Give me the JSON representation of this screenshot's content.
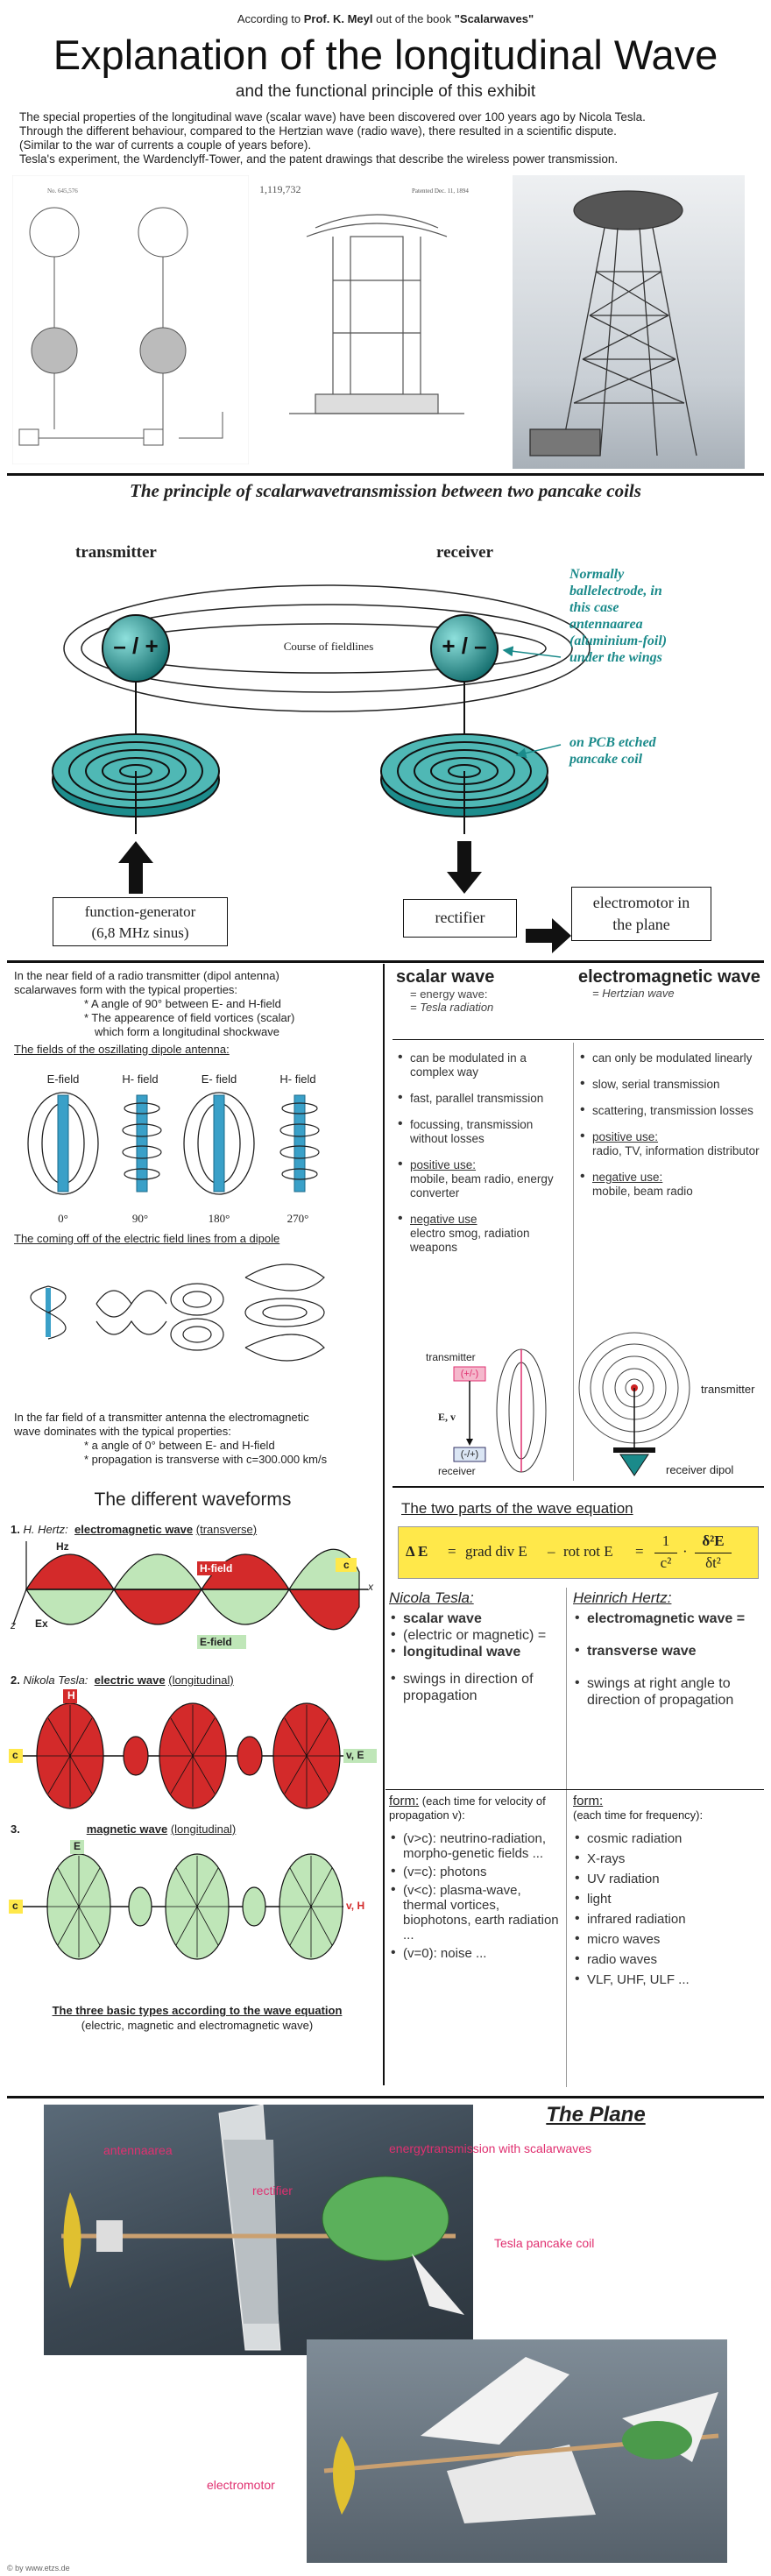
{
  "header": {
    "attribution_prefix": "According to ",
    "attribution_author": "Prof. K. Meyl",
    "attribution_middle": " out of the book ",
    "attribution_book": "\"Scalarwaves\"",
    "title": "Explanation of the longitudinal Wave",
    "subtitle": "and the functional principle of this exhibit",
    "intro": [
      "The special properties of the longitudinal wave (scalar wave) have been discovered over 100 years ago by Nicola Tesla.",
      "Through the different behaviour, compared to the Hertzian wave  (radio wave), there resulted in a scientific dispute.",
      "(Similar to the war of currents a couple of years before).",
      "Tesla's experiment, the Wardenclyff-Tower, and the patent drawings that describe the wireless power transmission."
    ],
    "patent_date": "Patented Dec. 11, 1894",
    "patent_number": "1,119,732"
  },
  "principle": {
    "heading": "The principle of scalarwavetransmission between two pancake coils",
    "transmitter": "transmitter",
    "receiver": "receiver",
    "tx_sign": "– / +",
    "rx_sign": "+ / –",
    "fieldlines": "Course of fieldlines",
    "note1": [
      "Normally",
      "ballelectrode, in",
      "this case",
      "antennaarea",
      "(aluminium-foil)",
      "under the wings"
    ],
    "note2": [
      "on PCB etched",
      "pancake coil"
    ],
    "function_generator": [
      "function-generator",
      "(6,8 MHz sinus)"
    ],
    "rectifier": "rectifier",
    "electromotor": [
      "electromotor in",
      "the plane"
    ]
  },
  "nearfield": {
    "intro": [
      "In the near field of a radio transmitter (dipol antenna)",
      "scalarwaves form with the typical properties:",
      "* A angle of 90° between E- and H-field",
      "* The appearence of field vortices (scalar)",
      "which form a longitudinal shockwave"
    ],
    "oscillating": "The fields of the oszillating dipole antenna:",
    "labels": [
      "E-field",
      "H- field",
      "E- field",
      "H- field"
    ],
    "angles": [
      "0°",
      "90°",
      "180°",
      "270°"
    ],
    "coming_off": "The coming off of the electric field lines from a dipole",
    "farfield": [
      "In the far field of a transmitter antenna the electromagnetic",
      "wave dominates with the typical properties:",
      "* a angle of 0° between E- and H-field",
      "* propagation is transverse with c=300.000 km/s"
    ]
  },
  "waveforms": {
    "heading": "The  different waveforms",
    "w1_num": "1.",
    "w1_author": "H. Hertz:",
    "w1_name": "electromagnetic wave",
    "w1_type": "(transverse)",
    "w2_num": "2.",
    "w2_author": "Nikola Tesla:",
    "w2_name": "electric wave",
    "w2_type": "(longitudinal)",
    "w3_num": "3.",
    "w3_name": "magnetic wave",
    "w3_type": "(longitudinal)",
    "hfield": "H-field",
    "efield": "E-field",
    "hz": "Hz",
    "ex": "Ex",
    "c": "c",
    "x": "x",
    "z": "z",
    "H": "H",
    "E": "E",
    "vE": "v, E",
    "vH": "v, H",
    "caption": "The three basic types according to the wave equation",
    "caption2": "(electric, magnetic and electromagnetic wave)"
  },
  "compare": {
    "scalar_title": "scalar wave",
    "scalar_eq1": "=  energy wave:",
    "scalar_eq2": "=  Tesla radiation",
    "em_title": "electromagnetic wave",
    "em_eq": "=  Hertzian wave",
    "scalar_items": [
      "can be modulated in a complex way",
      "fast, parallel transmission",
      "focussing, transmission without losses"
    ],
    "scalar_pos_label": "positive use:",
    "scalar_pos": "mobile, beam radio, energy converter",
    "scalar_neg_label": "negative use",
    "scalar_neg": "electro smog, radiation weapons",
    "em_items": [
      "can only be modulated linearly",
      "slow, serial transmission",
      "scattering, transmission losses"
    ],
    "em_pos_label": "positive use:",
    "em_pos": "radio, TV, information distributor",
    "em_neg_label": "negative use:",
    "em_neg": "mobile, beam radio",
    "tx": "transmitter",
    "tx_sign": "(+/-)",
    "ev": "E, v",
    "rx_sign": "(-/+)",
    "rx": "receiver",
    "tx2": "transmitter",
    "rx2": "receiver dipol"
  },
  "equation": {
    "heading": "The two parts of the wave equation",
    "lhs": "Δ E",
    "eq": "=",
    "grad": "grad div E",
    "minus": "–",
    "rot": "rot rot E",
    "eq2": "=",
    "num": "1",
    "den": "c²",
    "dnum": "δ²E",
    "dden": "δt²",
    "tesla_name": "Nicola Tesla:",
    "hertz_name": "Heinrich Hertz:",
    "tesla_items": [
      "scalar wave",
      "(electric or magnetic) =",
      "longitudinal wave",
      "swings in direction of propagation"
    ],
    "hertz_items": [
      "electromagnetic wave =",
      "transverse wave",
      "swings at right angle to direction of propagation"
    ],
    "form_label": "form:",
    "tesla_form": "(each time for velocity of propagation v):",
    "hertz_form": "(each time for frequency):",
    "tesla_list": [
      "(v>c): neutrino-radiation, morpho-genetic fields ...",
      "(v=c): photons",
      "(v<c): plasma-wave, thermal vortices, biophotons, earth radiation ...",
      "(v=0): noise ..."
    ],
    "hertz_list": [
      "cosmic radiation",
      "X-rays",
      "UV radiation",
      "light",
      "infrared radiation",
      "micro waves",
      "radio waves",
      "VLF, UHF, ULF ..."
    ]
  },
  "plane": {
    "heading": "The Plane",
    "antenna": "antennaarea",
    "energy": "energytransmission with scalarwaves",
    "rectifier": "rectifier",
    "coil": "Tesla pancake coil",
    "motor": "electromotor",
    "credit": "© by www.etzs.de"
  },
  "colors": {
    "teal": "#1a8a8a",
    "red": "#d32a2a",
    "green": "#bfe6b8",
    "yellow": "#ffe84a",
    "pink": "#e03070"
  }
}
